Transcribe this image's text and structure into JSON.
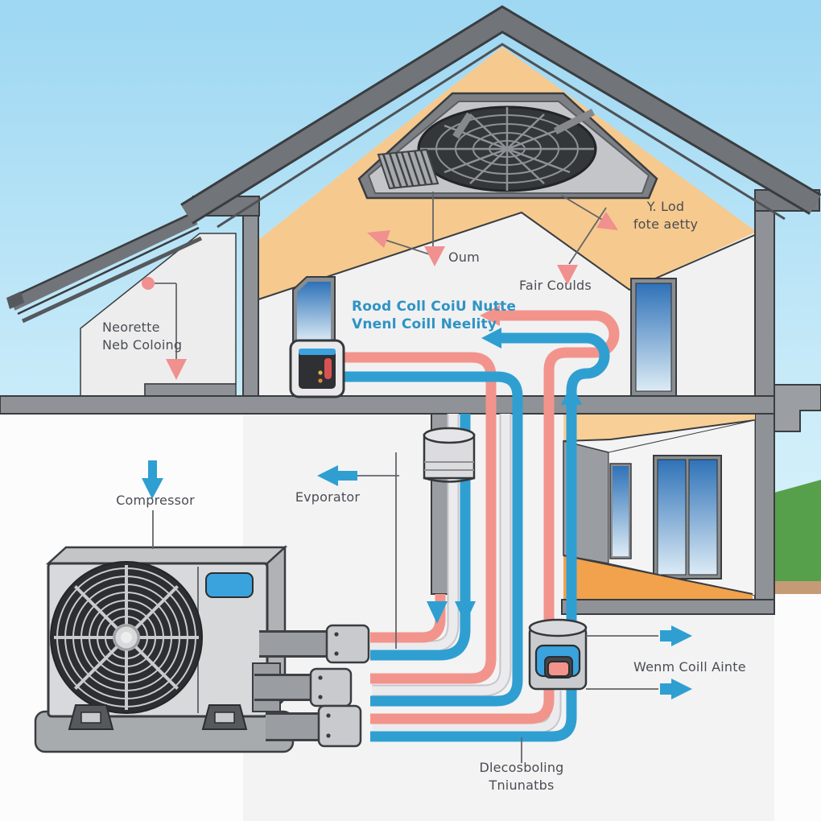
{
  "labels": {
    "attic_load": {
      "line1": "Y. Lod",
      "line2": "fote aetty"
    },
    "supply_air": "Oum",
    "fair_coulds": "Fair Coulds",
    "coil_note": {
      "line1": "Rood Coll CoiU Nutte",
      "line2": "Vnenl Coill Neelity"
    },
    "left_house": {
      "line1": "Neorette",
      "line2": "Neb Coloing"
    },
    "compressor": "Compressor",
    "evaporator": "Evporator",
    "warm_coil": "Wenm Coill Ainte",
    "bottom_note": {
      "line1": "Dlecosboling",
      "line2": "Tniunatbs"
    }
  },
  "colors": {
    "skytop": "#9dd7f2",
    "skybot": "#e8f6fd",
    "roof": "#71757a",
    "roofedge": "#3a3d40",
    "wall": "#8f9296",
    "attic": "#f6c98e",
    "ceiling": "#f8cf96",
    "floor": "#f2a24c",
    "interior": "#f3f3f4",
    "outdoor": "#fcfcfd",
    "hot": "#f2948c",
    "cold": "#2f9fd2",
    "neutral": "#ebebee",
    "pink": "#f0908f",
    "ink": "#4a4d52",
    "bluetext": "#2e93c4",
    "devblue": "#3aa3dd",
    "unitbody": "#d8d9db",
    "fandark": "#2c2e31",
    "green": "#57a04b",
    "duct": "#9a9da1",
    "connector": "#c9cacd",
    "glasstop": "#2f72b8",
    "glassbot": "#dcebf5"
  }
}
